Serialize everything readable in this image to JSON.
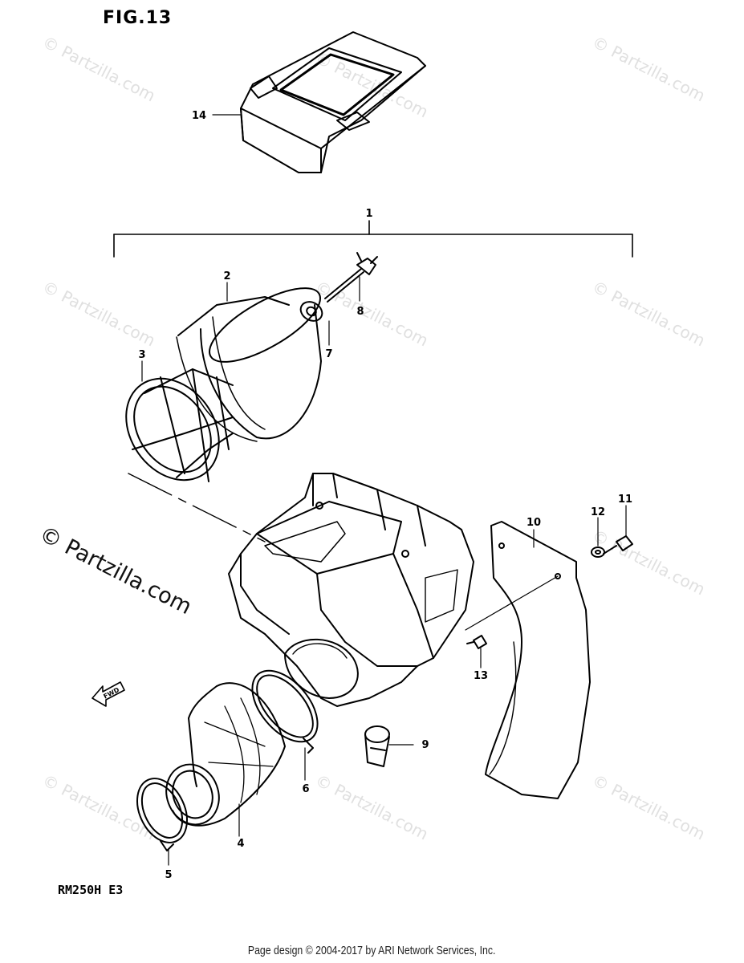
{
  "figure": {
    "title": "FIG.13",
    "model_code": "RM250H E3"
  },
  "watermark": {
    "text": "© Partzilla.com"
  },
  "callouts": [
    {
      "number": "1"
    },
    {
      "number": "2"
    },
    {
      "number": "3"
    },
    {
      "number": "4"
    },
    {
      "number": "5"
    },
    {
      "number": "6"
    },
    {
      "number": "7"
    },
    {
      "number": "8"
    },
    {
      "number": "9"
    },
    {
      "number": "10"
    },
    {
      "number": "11"
    },
    {
      "number": "12"
    },
    {
      "number": "13"
    },
    {
      "number": "14"
    }
  ],
  "fwd_label": "FWD",
  "footer": {
    "text": "Page design © 2004-2017 by ARI Network Services, Inc."
  }
}
